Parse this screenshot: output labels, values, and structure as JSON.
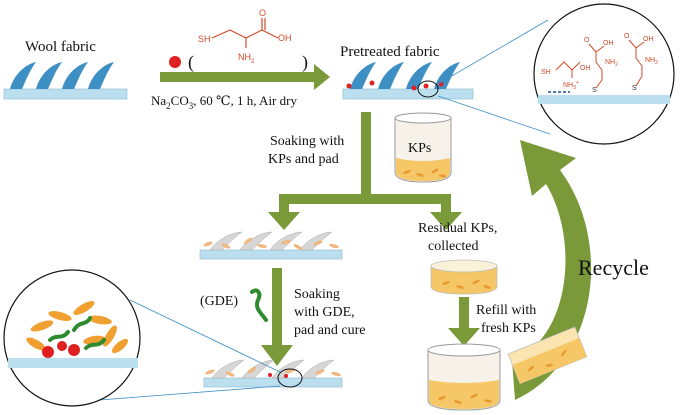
{
  "labels": {
    "wool_fabric": "Wool fabric",
    "pretreated_fabric": "Pretreated fabric",
    "reagent_open": "(",
    "reagent_close": ")",
    "conditions_na2": "Na",
    "conditions_sub2": "2",
    "conditions_co": "CO",
    "conditions_sub3": "3",
    "conditions_rest": ", 60 ℃, 1 h, Air dry",
    "soaking_kps_line1": "Soaking with",
    "soaking_kps_line2": "KPs and pad",
    "kps": "KPs",
    "residual_line1": "Residual KPs,",
    "residual_line2": "collected",
    "gde": "(GDE)",
    "soaking_gde_line1": "Soaking",
    "soaking_gde_line2": "with GDE,",
    "soaking_gde_line3": "pad and cure",
    "refill_line1": "Refill with",
    "refill_line2": "fresh KPs",
    "recycle": "Recycle"
  },
  "chemistry": {
    "sh": "SH",
    "oh": "OH",
    "nh2": "NH",
    "nh2_sub": "2",
    "o": "O",
    "s": "S",
    "nh3plus": "NH",
    "nh3_sub": "3",
    "plus": "+"
  },
  "colors": {
    "arrow_green": "#7a9a3a",
    "fabric_blue": "#bcdff0",
    "fiber_blue": "#3d8fc4",
    "dot_red": "#e02020",
    "chem_orange": "#d04a2a",
    "kp_orange": "#f0a030",
    "gde_green": "#2e8a2e"
  }
}
